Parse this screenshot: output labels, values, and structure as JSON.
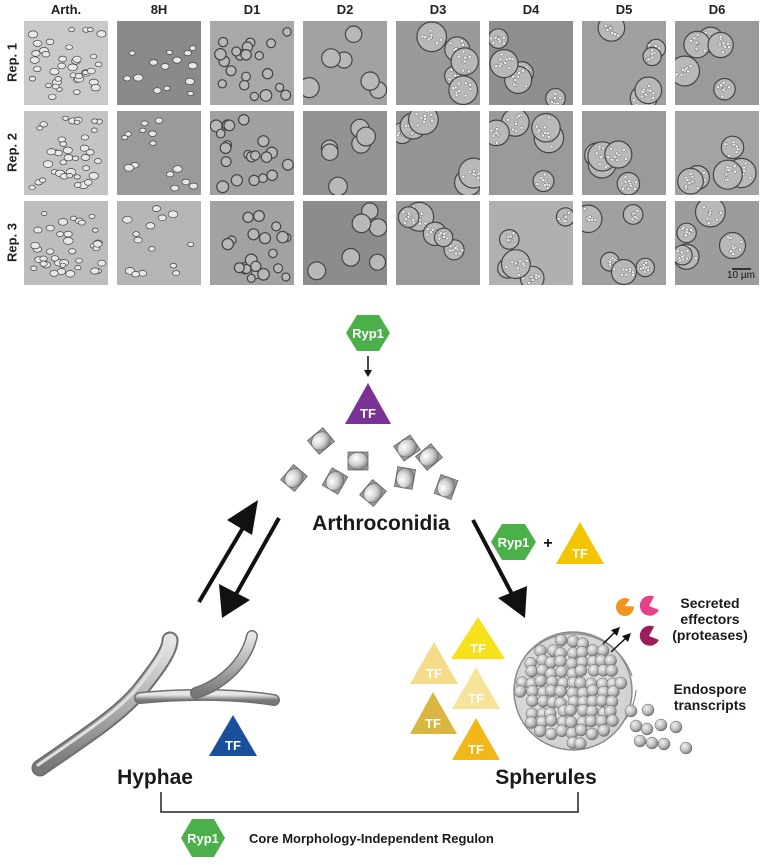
{
  "microscopy": {
    "columns": [
      "Arth.",
      "8H",
      "D1",
      "D2",
      "D3",
      "D4",
      "D5",
      "D6"
    ],
    "rows": [
      "Rep. 1",
      "Rep. 2",
      "Rep. 3"
    ],
    "scale_bar": "10 µm"
  },
  "diagram": {
    "stages": {
      "arthroconidia": "Arthroconidia",
      "hyphae": "Hyphae",
      "spherules": "Spherules"
    },
    "ryp1_label": "Ryp1",
    "tf_label": "TF",
    "plus": "+",
    "annotations": {
      "secreted_line1": "Secreted",
      "secreted_line2": "effectors",
      "secreted_line3": "(proteases)",
      "endospore_line1": "Endospore",
      "endospore_line2": "transcripts"
    },
    "regulon_label": "Core Morphology-Independent Regulon",
    "colors": {
      "ryp1": "#4cb04a",
      "tf_arthroconidia": "#7b3294",
      "tf_spherule_pair": "#f2c500",
      "tf_hyphae": "#1a4f9c",
      "tf_spherule_1": "#f7e11a",
      "tf_spherule_2": "#f5dc8a",
      "tf_spherule_3": "#f5e49a",
      "tf_spherule_4": "#d8b640",
      "tf_spherule_5": "#f2b81a",
      "effector_orange": "#f29420",
      "effector_pink": "#e8418a",
      "effector_maroon": "#9b1e5a"
    }
  }
}
